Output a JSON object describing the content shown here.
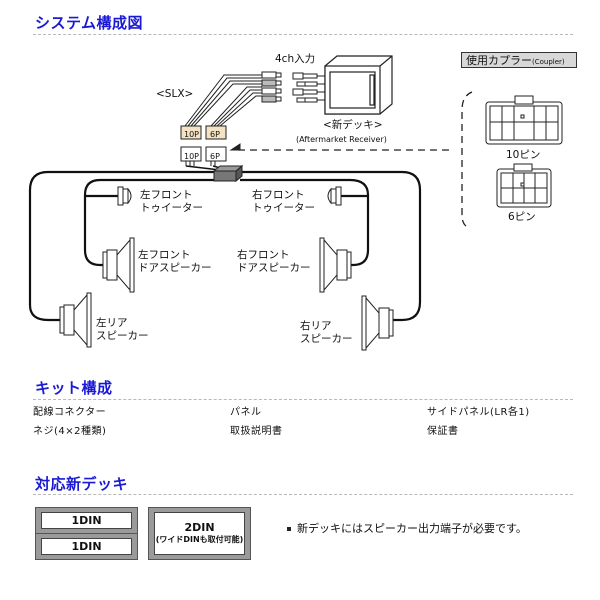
{
  "sections": {
    "system": {
      "title": "システム構成図"
    },
    "kit": {
      "title": "キット構成"
    },
    "deck": {
      "title": "対応新デッキ"
    }
  },
  "diagram": {
    "input_label": "4ch入力",
    "harness_label": "<SLX>",
    "receiver_label": "<新デッキ>",
    "receiver_sublabel": "(Aftermarket Receiver)",
    "connector_top": [
      "10P",
      "6P"
    ],
    "connector_bottom": [
      "10P",
      "6P"
    ],
    "coupler_title": "使用カプラー",
    "coupler_title_sub": "(Coupler)",
    "coupler_10pin_label": "10ピン",
    "coupler_6pin_label": "6ピン",
    "speakers": {
      "left_front_tweeter": [
        "左フロント",
        "トゥイーター"
      ],
      "right_front_tweeter": [
        "右フロント",
        "トゥイーター"
      ],
      "left_front_door": [
        "左フロント",
        "ドアスピーカー"
      ],
      "right_front_door": [
        "右フロント",
        "ドアスピーカー"
      ],
      "left_rear": [
        "左リア",
        "スピーカー"
      ],
      "right_rear": [
        "右リア",
        "スピーカー"
      ]
    }
  },
  "kit_items": [
    [
      "配線コネクター",
      "パネル",
      "サイドパネル(LR各1)"
    ],
    [
      "ネジ(4×2種類)",
      "取扱説明書",
      "保証書"
    ]
  ],
  "deck": {
    "din_1_top": "1DIN",
    "din_1_bottom": "1DIN",
    "din_2": "2DIN",
    "din_2_sub": "(ワイドDINも取付可能)",
    "note": "新デッキにはスピーカー出力端子が必要です。"
  },
  "colors": {
    "accent": "#1a1ad6",
    "rule": "#b8b8b8"
  }
}
